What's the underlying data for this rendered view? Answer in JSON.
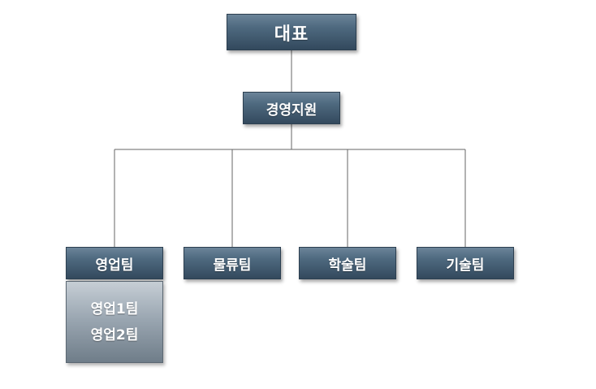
{
  "org_chart": {
    "ceo": {
      "label": "대표"
    },
    "support": {
      "label": "경영지원"
    },
    "teams": [
      {
        "label": "영업팀"
      },
      {
        "label": "물류팀"
      },
      {
        "label": "학술팀"
      },
      {
        "label": "기술팀"
      }
    ],
    "sales_subteams": [
      {
        "label": "영업1팀"
      },
      {
        "label": "영업2팀"
      }
    ],
    "colors": {
      "box_dark": "#33495d",
      "box_light": "#6b8499",
      "subbox": "#9ba7b2",
      "connector": "#666666"
    }
  }
}
